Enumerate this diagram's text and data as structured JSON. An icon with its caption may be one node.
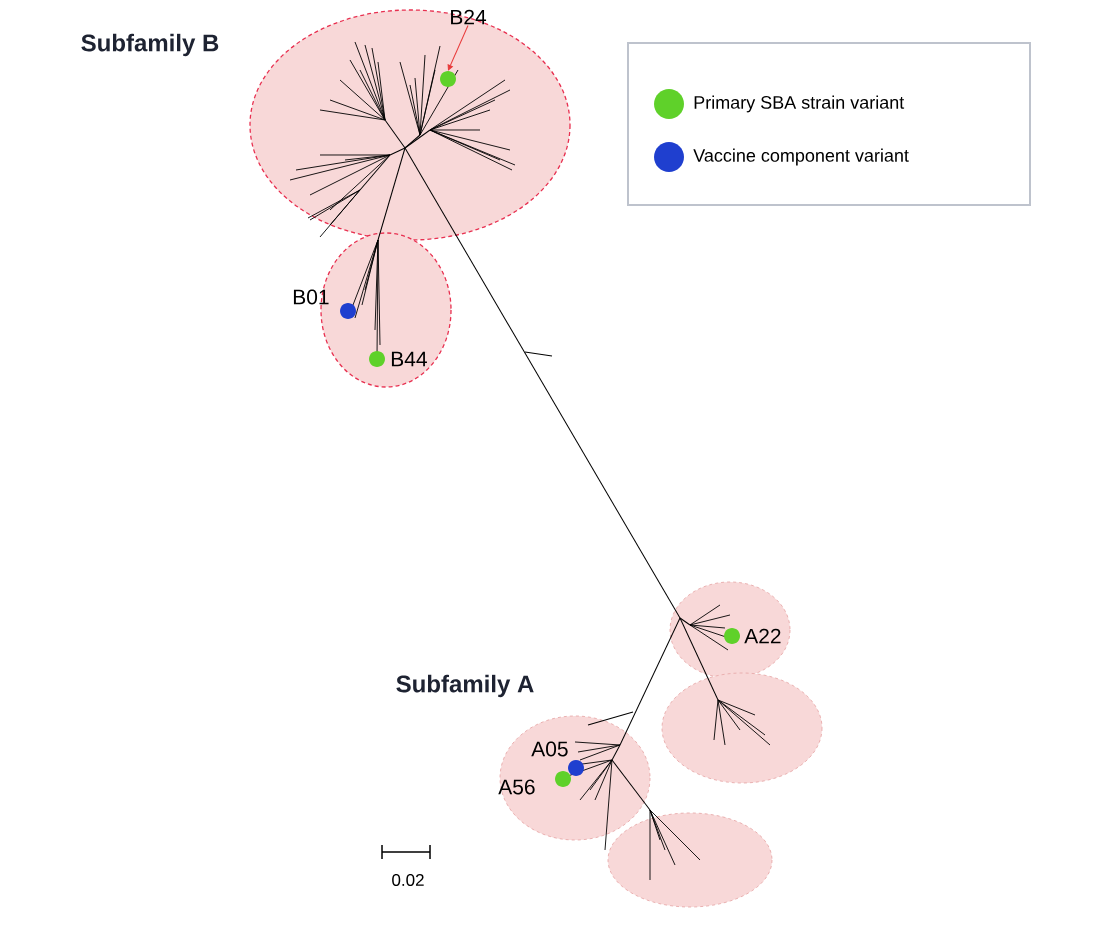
{
  "diagram": {
    "nodes": [
      {
        "text": [
          "B24"
        ]
      },
      {
        "text": [],
        "shape": "circle"
      },
      {
        "text": [],
        "shape": "circle",
        "beside": [
          "B01"
        ]
      },
      {
        "text": [],
        "shape": "circle",
        "beside": [
          "B44"
        ]
      },
      {
        "text": [],
        "shape": "circle",
        "beside": [
          "A22"
        ]
      },
      {
        "text": [],
        "shape": "circle",
        "beside": [
          "A05"
        ]
      },
      {
        "text": [],
        "shape": "circle",
        "beside": [
          "A56"
        ]
      }
    ],
    "edges": [
      {
        "from": 0,
        "to": 1,
        "arrow": "to",
        "color": "#e83a3a"
      }
    ],
    "labels": [
      "Subfamily B",
      "Subfamily A",
      "0.02"
    ],
    "legend": [
      {
        "text": "Primary SBA strain variant",
        "color": "#5fd12a"
      },
      {
        "text": "Vaccine component variant",
        "color": "#1f3fcf"
      }
    ]
  }
}
